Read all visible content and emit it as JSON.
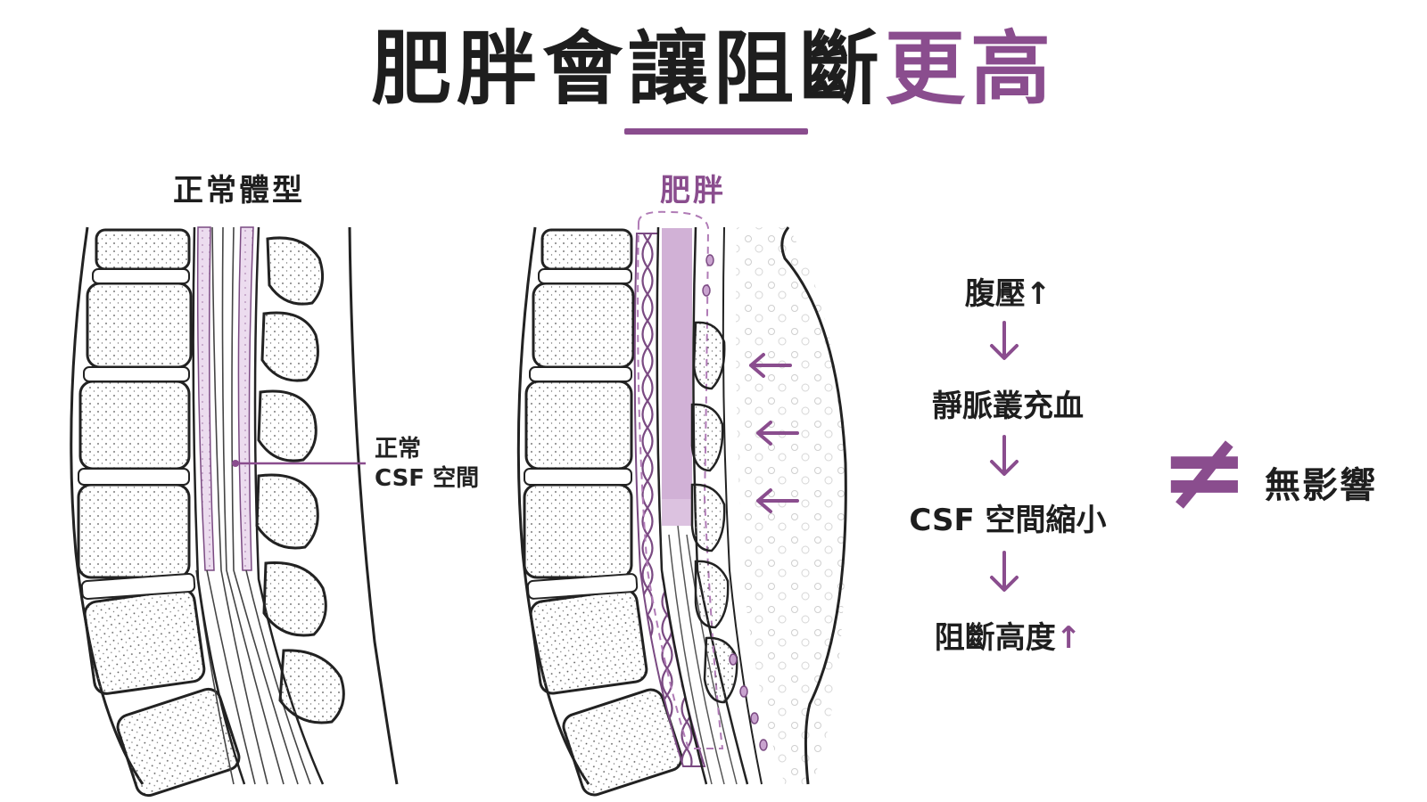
{
  "title": {
    "main": "肥胖會讓阻斷",
    "accent": "更高"
  },
  "panels": {
    "normal": {
      "label": "正常體型",
      "csf_line1": "正常",
      "csf_line2": "CSF 空間"
    },
    "obese": {
      "label": "肥胖"
    }
  },
  "flow": {
    "steps": [
      {
        "text": "腹壓",
        "arrow": "↑"
      },
      {
        "text": "靜脈叢充血",
        "arrow": ""
      },
      {
        "text": "CSF 空間縮小",
        "arrow": ""
      },
      {
        "text": "阻斷高度",
        "arrow": "↑"
      }
    ],
    "not_equal_symbol": "≠",
    "result": "無影響"
  },
  "colors": {
    "accent": "#8a4d8e",
    "csf_fill": "#e6d3ea",
    "ink": "#1e1e1e"
  }
}
